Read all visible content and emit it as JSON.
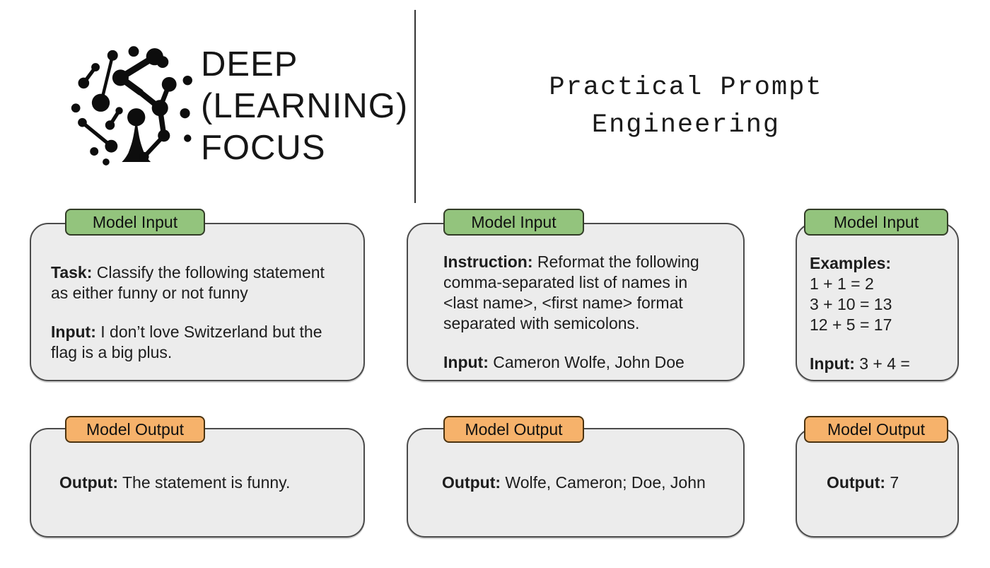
{
  "header": {
    "brand": {
      "logo_icon": "neural-network-dots-logo",
      "lines": [
        "DEEP",
        "(LEARNING)",
        "FOCUS"
      ]
    },
    "title_lines": [
      "Practical Prompt",
      "Engineering"
    ]
  },
  "colors": {
    "input_tab_fill": "#93c47d",
    "input_tab_border": "#333d28",
    "output_tab_fill": "#f6b26b",
    "output_tab_border": "#4c330f",
    "card_fill": "#ececec",
    "card_border": "#4b4b4b",
    "text": "#1d1d1d"
  },
  "columns": [
    {
      "input": {
        "tab": "Model Input",
        "blocks": [
          {
            "label": "Task:",
            "text": " Classify the following statement as either funny or not funny"
          },
          {
            "label": "Input:",
            "text": " I don’t love Switzerland but the flag is a big plus."
          }
        ]
      },
      "output": {
        "tab": "Model Output",
        "blocks": [
          {
            "label": "Output:",
            "text": " The statement is funny."
          }
        ]
      }
    },
    {
      "input": {
        "tab": "Model Input",
        "blocks": [
          {
            "label": "Instruction:",
            "text": " Reformat the following comma-separated list of names in <last name>, <first name> format separated with semicolons."
          },
          {
            "label": "Input:",
            "text": " Cameron Wolfe, John Doe"
          }
        ]
      },
      "output": {
        "tab": "Model Output",
        "blocks": [
          {
            "label": "Output:",
            "text": " Wolfe, Cameron; Doe, John"
          }
        ]
      }
    },
    {
      "input": {
        "tab": "Model Input",
        "blocks": [
          {
            "label": "Examples:",
            "lines": [
              "1 + 1 = 2",
              "3 + 10 = 13",
              "12 + 5 = 17"
            ]
          },
          {
            "label": "Input:",
            "text": " 3 + 4 ="
          }
        ]
      },
      "output": {
        "tab": "Model Output",
        "blocks": [
          {
            "label": "Output:",
            "text": " 7"
          }
        ]
      }
    }
  ]
}
